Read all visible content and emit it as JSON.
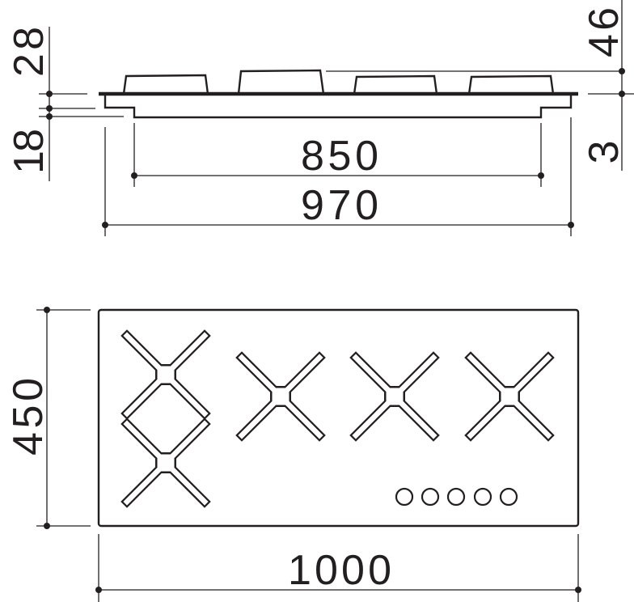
{
  "side_view": {
    "dims": {
      "top_depth": "28",
      "base_depth": "18",
      "total_height": "46",
      "lip": "3",
      "cutout_width": "850",
      "body_width": "970"
    }
  },
  "top_view": {
    "dims": {
      "depth": "450",
      "width": "1000"
    },
    "burner_count": 5,
    "knob_count": 5
  },
  "colors": {
    "line": "#231f20",
    "background": "#ffffff"
  }
}
